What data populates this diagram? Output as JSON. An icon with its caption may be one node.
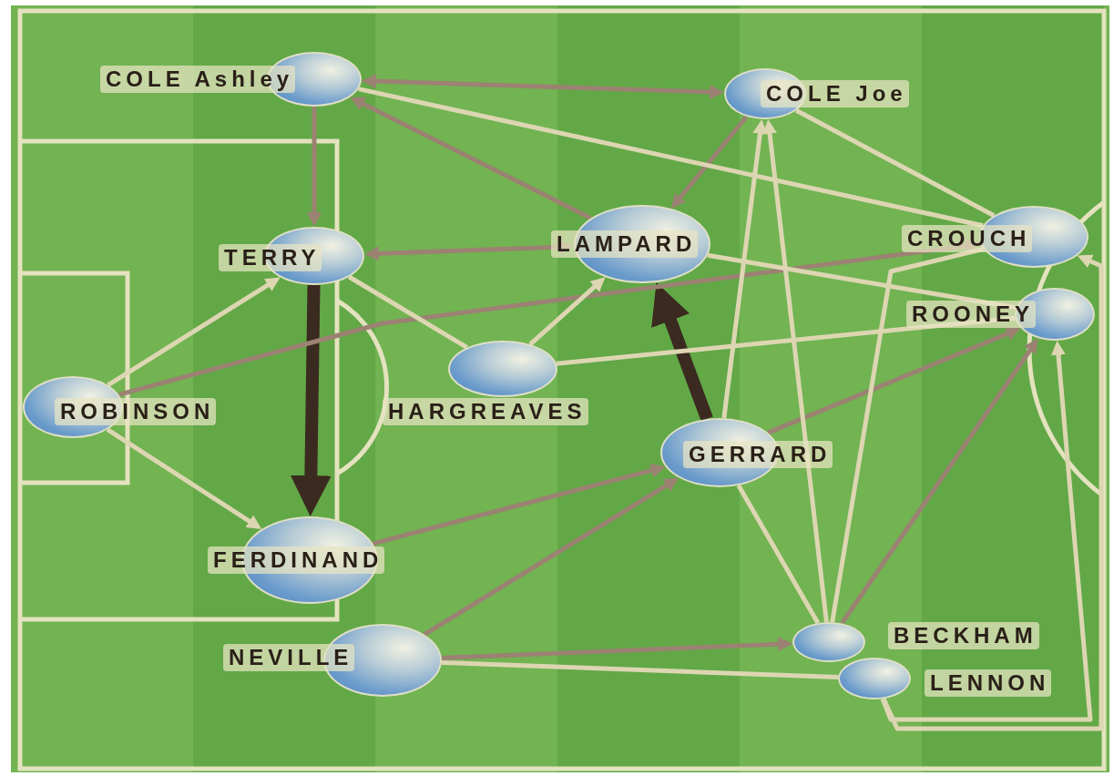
{
  "diagram": {
    "nodes": [
      {
        "text": [
          "COLE Ashley"
        ]
      },
      {
        "text": [
          "COLE Joe"
        ]
      },
      {
        "text": [
          "TERRY"
        ]
      },
      {
        "text": [
          "LAMPARD"
        ]
      },
      {
        "text": [
          "CROUCH"
        ]
      },
      {
        "text": [
          "ROONEY"
        ]
      },
      {
        "text": [
          "ROBINSON"
        ]
      },
      {
        "text": [
          "HARGREAVES"
        ]
      },
      {
        "text": [
          "GERRARD"
        ]
      },
      {
        "text": [
          "FERDINAND"
        ]
      },
      {
        "text": [
          "NEVILLE"
        ]
      },
      {
        "text": [
          "BECKHAM"
        ]
      },
      {
        "text": [
          "LENNON"
        ]
      }
    ],
    "edges": [
      {
        "from": 2,
        "to": 9,
        "arrow": "to",
        "style": "thick",
        "color": "#3b2a20"
      },
      {
        "from": 8,
        "to": 3,
        "arrow": "to",
        "style": "thick",
        "color": "#3b2a20"
      },
      {
        "from": 3,
        "to": 2,
        "arrow": "both"
      },
      {
        "from": 3,
        "to": 0,
        "arrow": "to"
      },
      {
        "from": 0,
        "to": 1,
        "arrow": "both"
      },
      {
        "from": 1,
        "to": 3,
        "arrow": "to"
      },
      {
        "from": 0,
        "to": 2,
        "arrow": "to"
      },
      {
        "from": 0,
        "to": 4,
        "arrow": "none",
        "color": "#ddd6b2"
      },
      {
        "from": 6,
        "to": 4,
        "arrow": "to"
      },
      {
        "from": 6,
        "to": 2,
        "arrow": "to",
        "color": "#ddd6b2"
      },
      {
        "from": 6,
        "to": 9,
        "arrow": "to",
        "color": "#ddd6b2"
      },
      {
        "from": 7,
        "to": 3,
        "arrow": "to",
        "color": "#ddd6b2"
      },
      {
        "from": 7,
        "to": 5,
        "arrow": "none",
        "color": "#ddd6b2"
      },
      {
        "from": 2,
        "to": 7,
        "arrow": "none",
        "color": "#ddd6b2"
      },
      {
        "from": 9,
        "to": 8,
        "arrow": "to"
      },
      {
        "from": 10,
        "to": 8,
        "arrow": "to"
      },
      {
        "from": 10,
        "to": 11,
        "arrow": "to"
      },
      {
        "from": 10,
        "to": 12,
        "arrow": "none",
        "color": "#ddd6b2"
      },
      {
        "from": 8,
        "to": 1,
        "arrow": "to",
        "color": "#ddd6b2"
      },
      {
        "from": 8,
        "to": 5,
        "arrow": "to"
      },
      {
        "from": 8,
        "to": 11,
        "arrow": "none",
        "color": "#ddd6b2"
      },
      {
        "from": 11,
        "to": 1,
        "arrow": "to",
        "color": "#ddd6b2"
      },
      {
        "from": 11,
        "to": 5,
        "arrow": "to"
      },
      {
        "from": 12,
        "to": 4,
        "arrow": "to",
        "color": "#ddd6b2"
      },
      {
        "from": 12,
        "to": 5,
        "arrow": "to",
        "color": "#ddd6b2"
      },
      {
        "from": 3,
        "to": 5,
        "arrow": "none",
        "color": "#ddd6b2"
      },
      {
        "from": 1,
        "to": 4,
        "arrow": "none",
        "color": "#ddd6b2"
      },
      {
        "from": 11,
        "to": 4,
        "arrow": "none",
        "color": "#ddd6b2"
      }
    ]
  }
}
